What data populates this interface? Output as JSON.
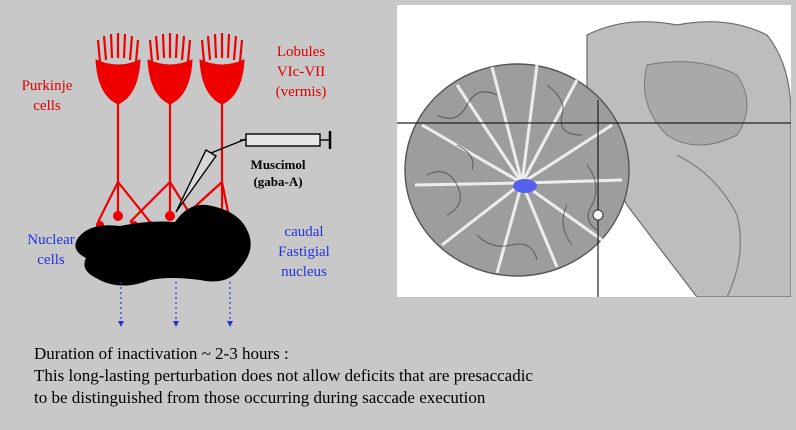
{
  "diagram": {
    "labels": {
      "purkinje": [
        "Purkinje",
        "cells"
      ],
      "lobules": [
        "Lobules",
        "VIc-VII",
        "(vermis)"
      ],
      "muscimol": [
        "Muscimol",
        "(gaba-A)"
      ],
      "nuclear": [
        "Nuclear",
        "cells"
      ],
      "fastigial": [
        "caudal",
        "Fastigial",
        "nucleus"
      ]
    },
    "colors": {
      "neuron": "#ee0000",
      "nuclear_text": "#2233dd",
      "arrow": "#2233dd",
      "lesion": "#000000"
    },
    "icons": [
      "syringe-icon",
      "purkinje-cell-icon",
      "inactivated-nucleus-blob",
      "output-arrow-icon"
    ]
  },
  "image": {
    "description_icon": "cerebellum-sagittal-section-image",
    "marker_color": "#5560ee"
  },
  "caption": {
    "lines": [
      "Duration of inactivation ~ 2-3 hours :",
      "This long-lasting perturbation does not allow deficits that are presaccadic",
      "to be distinguished from those occurring during saccade execution"
    ]
  }
}
